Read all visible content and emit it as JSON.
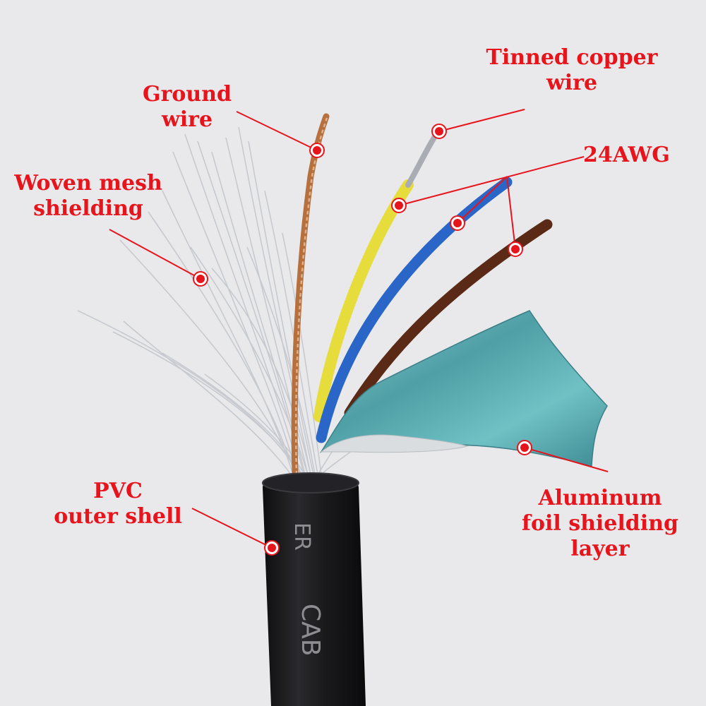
{
  "labels": {
    "ground_wire": {
      "line1": "Ground",
      "line2": "wire"
    },
    "tinned_copper_wire": {
      "line1": "Tinned copper",
      "line2": "wire"
    },
    "awg": {
      "text": "24AWG"
    },
    "woven_mesh": {
      "line1": "Woven mesh",
      "line2": "shielding"
    },
    "pvc_shell": {
      "line1": "PVC",
      "line2": "outer shell"
    },
    "aluminum_foil": {
      "line1": "Aluminum",
      "line2": "foil shielding",
      "line3": "layer"
    }
  },
  "cable_print": {
    "letter_top": "ER",
    "letter_bottom": "CAB"
  },
  "colors": {
    "background": "#e9e9eb",
    "annotation": "#e8141c",
    "jacket": "#1c1c1e",
    "wire_yellow": "#e6dc3c",
    "wire_blue": "#2a66c8",
    "wire_brown": "#5a2a16",
    "ground_copper": "#b5703e",
    "foil": "#5fb0b4",
    "mesh": "#c9ccd2"
  }
}
